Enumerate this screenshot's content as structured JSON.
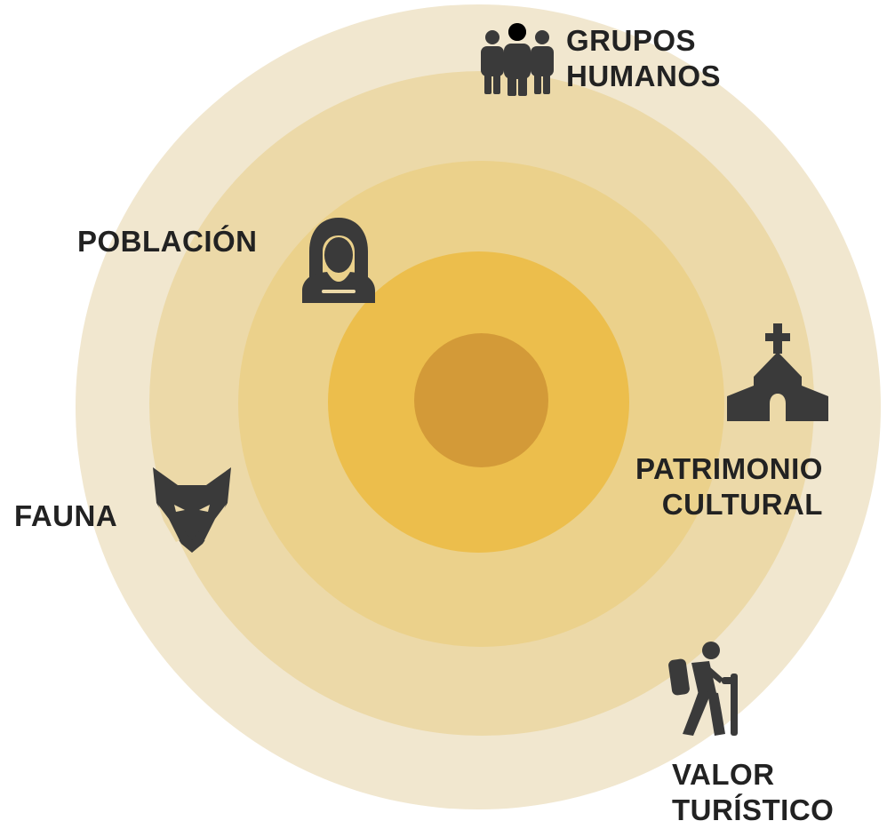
{
  "diagram": {
    "colors": {
      "ring_outer": "#f1e7cf",
      "ring_2": "#ecd9a8",
      "ring_3": "#ebd18b",
      "ring_4": "#ecbe4c",
      "ring_center": "#d39a38",
      "text": "#222222",
      "icon": "#3a3a3a"
    },
    "items": [
      {
        "label_lines": [
          "GRUPOS",
          "HUMANOS"
        ],
        "icon": "people-group-icon"
      },
      {
        "label_lines": [
          "POBLACIÓN"
        ],
        "icon": "woman-icon"
      },
      {
        "label_lines": [
          "PATRIMONIO",
          "CULTURAL"
        ],
        "icon": "church-icon"
      },
      {
        "label_lines": [
          "FAUNA"
        ],
        "icon": "fox-icon"
      },
      {
        "label_lines": [
          "VALOR",
          "TURÍSTICO"
        ],
        "icon": "hiker-icon"
      }
    ]
  }
}
